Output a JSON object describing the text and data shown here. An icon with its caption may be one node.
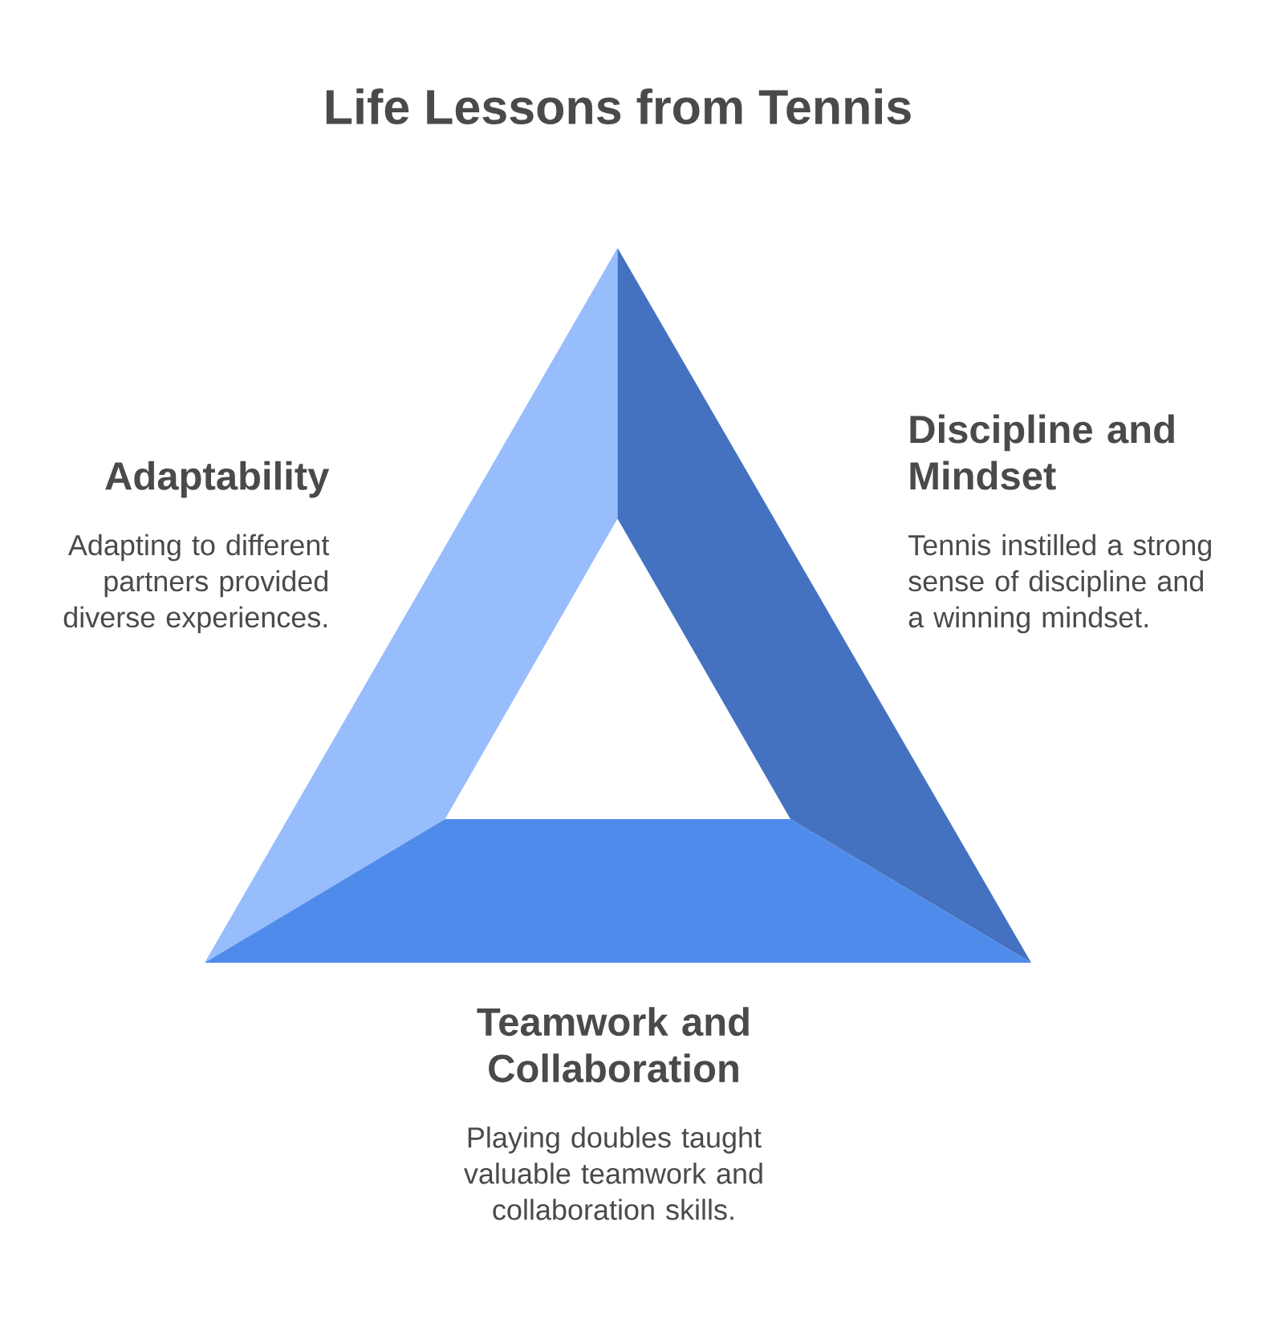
{
  "diagram": {
    "title": "Life Lessons from Tennis",
    "nodes": [
      {
        "text": [],
        "shape": "trapezoid",
        "beside": [
          "Adaptability",
          "Adapting to different partners provided diverse experiences."
        ]
      },
      {
        "text": [],
        "shape": "trapezoid",
        "beside": [
          "Discipline and Mindset",
          "Tennis instilled a strong sense of discipline and a winning mindset."
        ]
      },
      {
        "text": [],
        "shape": "trapezoid",
        "beside": [
          "Teamwork and Collaboration",
          "Playing doubles taught valuable teamwork and collaboration skills."
        ]
      }
    ]
  }
}
